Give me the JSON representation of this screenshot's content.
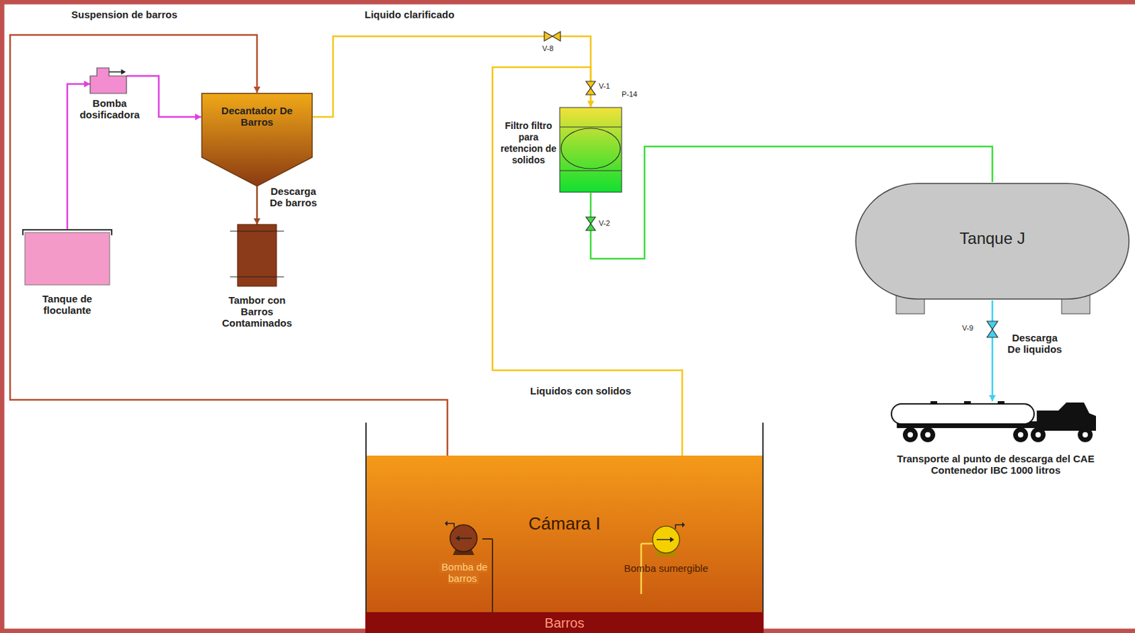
{
  "diagram": {
    "nodes": [
      {
        "text": [
          "Tanque de floculante"
        ]
      },
      {
        "text": [
          "Bomba dosificadora"
        ]
      },
      {
        "text": [
          "Decantador De Barros"
        ]
      },
      {
        "text": [
          "Tambor con Barros Contaminados"
        ]
      },
      {
        "text": [
          "Filtro filtro para retencion de solidos"
        ]
      },
      {
        "text": [
          "Tanque J"
        ]
      },
      {
        "text": [
          "Transporte al punto de descarga del CAE",
          "Contenedor IBC 1000 litros"
        ]
      },
      {
        "text": [
          "Cámara I"
        ]
      },
      {
        "text": [
          "Bomba de barros"
        ],
        "in": 7
      },
      {
        "text": [
          "Bomba sumergible"
        ],
        "in": 7
      },
      {
        "text": [
          "Barros"
        ],
        "in": 7
      }
    ],
    "edges": [
      {
        "from": 0,
        "to": 1,
        "arrow": "to"
      },
      {
        "from": 1,
        "to": 2,
        "arrow": "to"
      },
      {
        "from": 8,
        "to": 2,
        "label": "Suspension de barros",
        "arrow": "to"
      },
      {
        "from": 2,
        "to": 3,
        "label": "Descarga De barros",
        "arrow": "to"
      },
      {
        "from": 2,
        "to": 4,
        "label": "Liquido clarificado",
        "arrow": "to"
      },
      {
        "from": 9,
        "to": 4,
        "label": "Liquidos con solidos",
        "arrow": "to"
      },
      {
        "from": 4,
        "to": 5,
        "arrow": "none"
      },
      {
        "from": 5,
        "to": 6,
        "label": "Descarga De liquidos",
        "arrow": "to"
      }
    ],
    "labels": [
      "V-8",
      "V-1",
      "P-14",
      "V-2",
      "V-9"
    ]
  }
}
